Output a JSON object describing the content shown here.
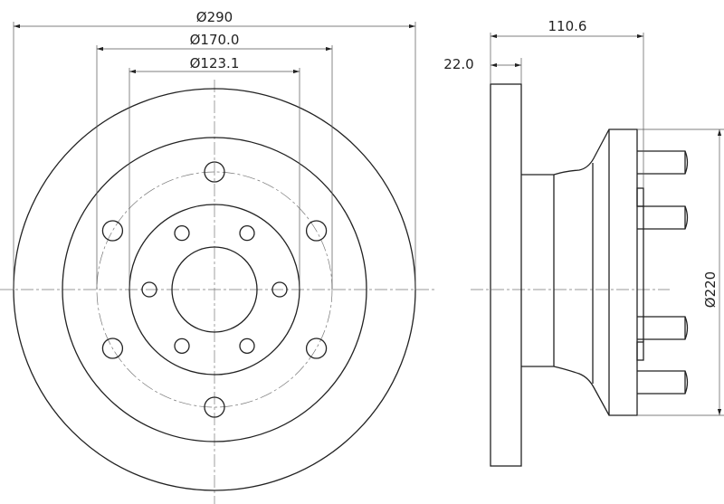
{
  "drawing": {
    "front_view": {
      "outer_diameter_label": "Ø290",
      "bolt_circle_label": "Ø170.0",
      "inner_diameter_label": "Ø123.1"
    },
    "side_view": {
      "overall_height_label": "110.6",
      "disc_thickness_label": "22.0",
      "hub_flange_diameter_label": "Ø220"
    }
  }
}
